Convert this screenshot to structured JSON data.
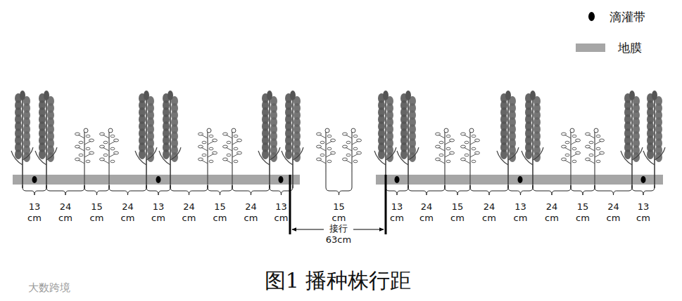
{
  "diagram": {
    "caption": "图1 播种株行距",
    "labels": [
      "13 cm",
      "24 cm",
      "15 cm",
      "24 cm",
      "13 cm",
      "24 cm",
      "15 cm",
      "24 cm",
      "13 cm",
      "15 cm",
      "13 cm",
      "24 cm",
      "15 cm",
      "24 cm",
      "13 cm",
      "24 cm",
      "15 cm",
      "24 cm",
      "13 cm",
      "接行 63cm",
      "大数跨境"
    ],
    "legend": [
      {
        "text": "滴灌带",
        "color": "#000000"
      },
      {
        "text": "地膜",
        "color": "#a6a6a6"
      }
    ]
  }
}
